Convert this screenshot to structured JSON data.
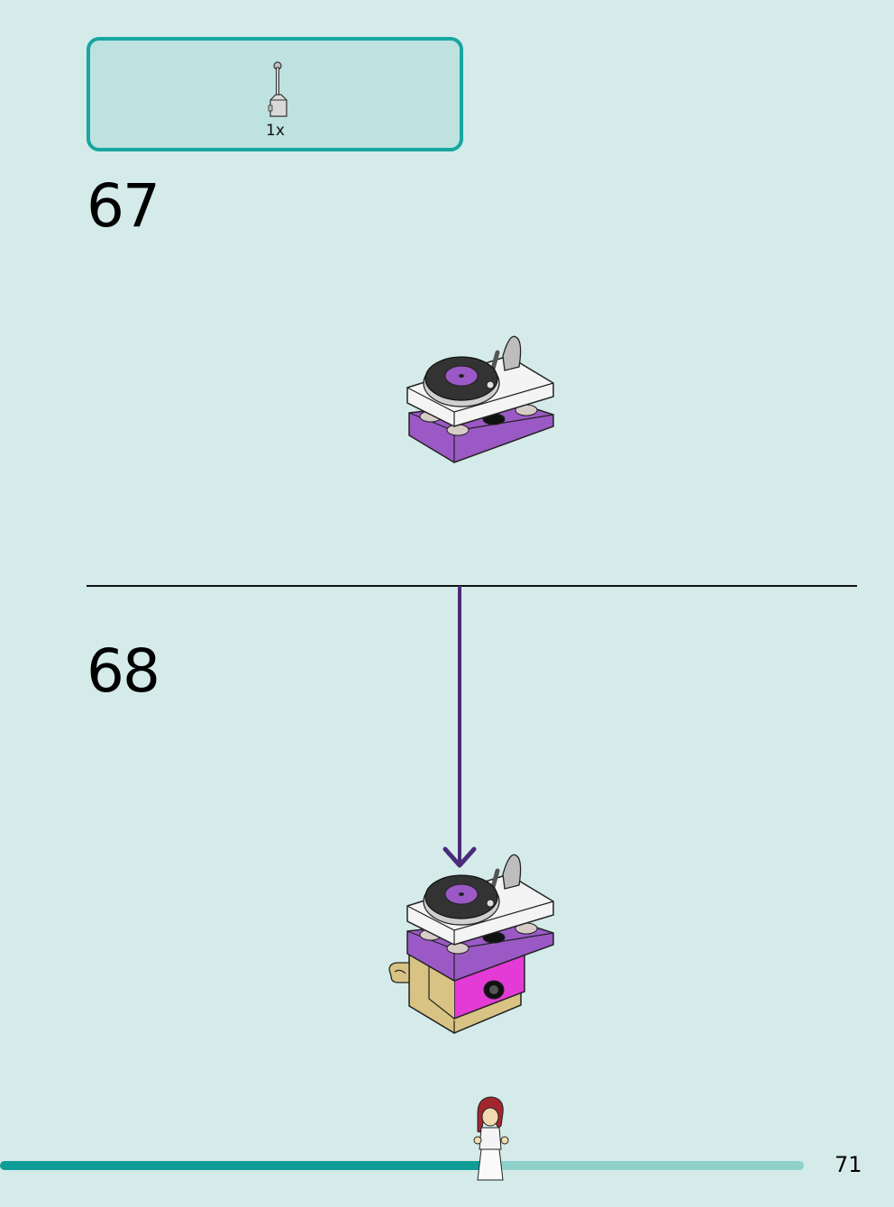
{
  "parts_list": {
    "quantity": "1x",
    "part_icon": "lever-base-part-icon"
  },
  "steps": [
    {
      "number": "67"
    },
    {
      "number": "68"
    }
  ],
  "page_number": "71",
  "progress": {
    "fraction": 0.61
  },
  "colors": {
    "background": "#d4ebe9",
    "parts_box_border": "#17a6a0",
    "parts_box_fill": "#bde2e0",
    "arrow": "#4a2a7a",
    "progress_fill": "#0e9c96",
    "progress_track": "#8fd0cb",
    "brick_purple": "#9b59c6",
    "brick_magenta": "#e43ad6",
    "brick_tan": "#d8c384"
  }
}
